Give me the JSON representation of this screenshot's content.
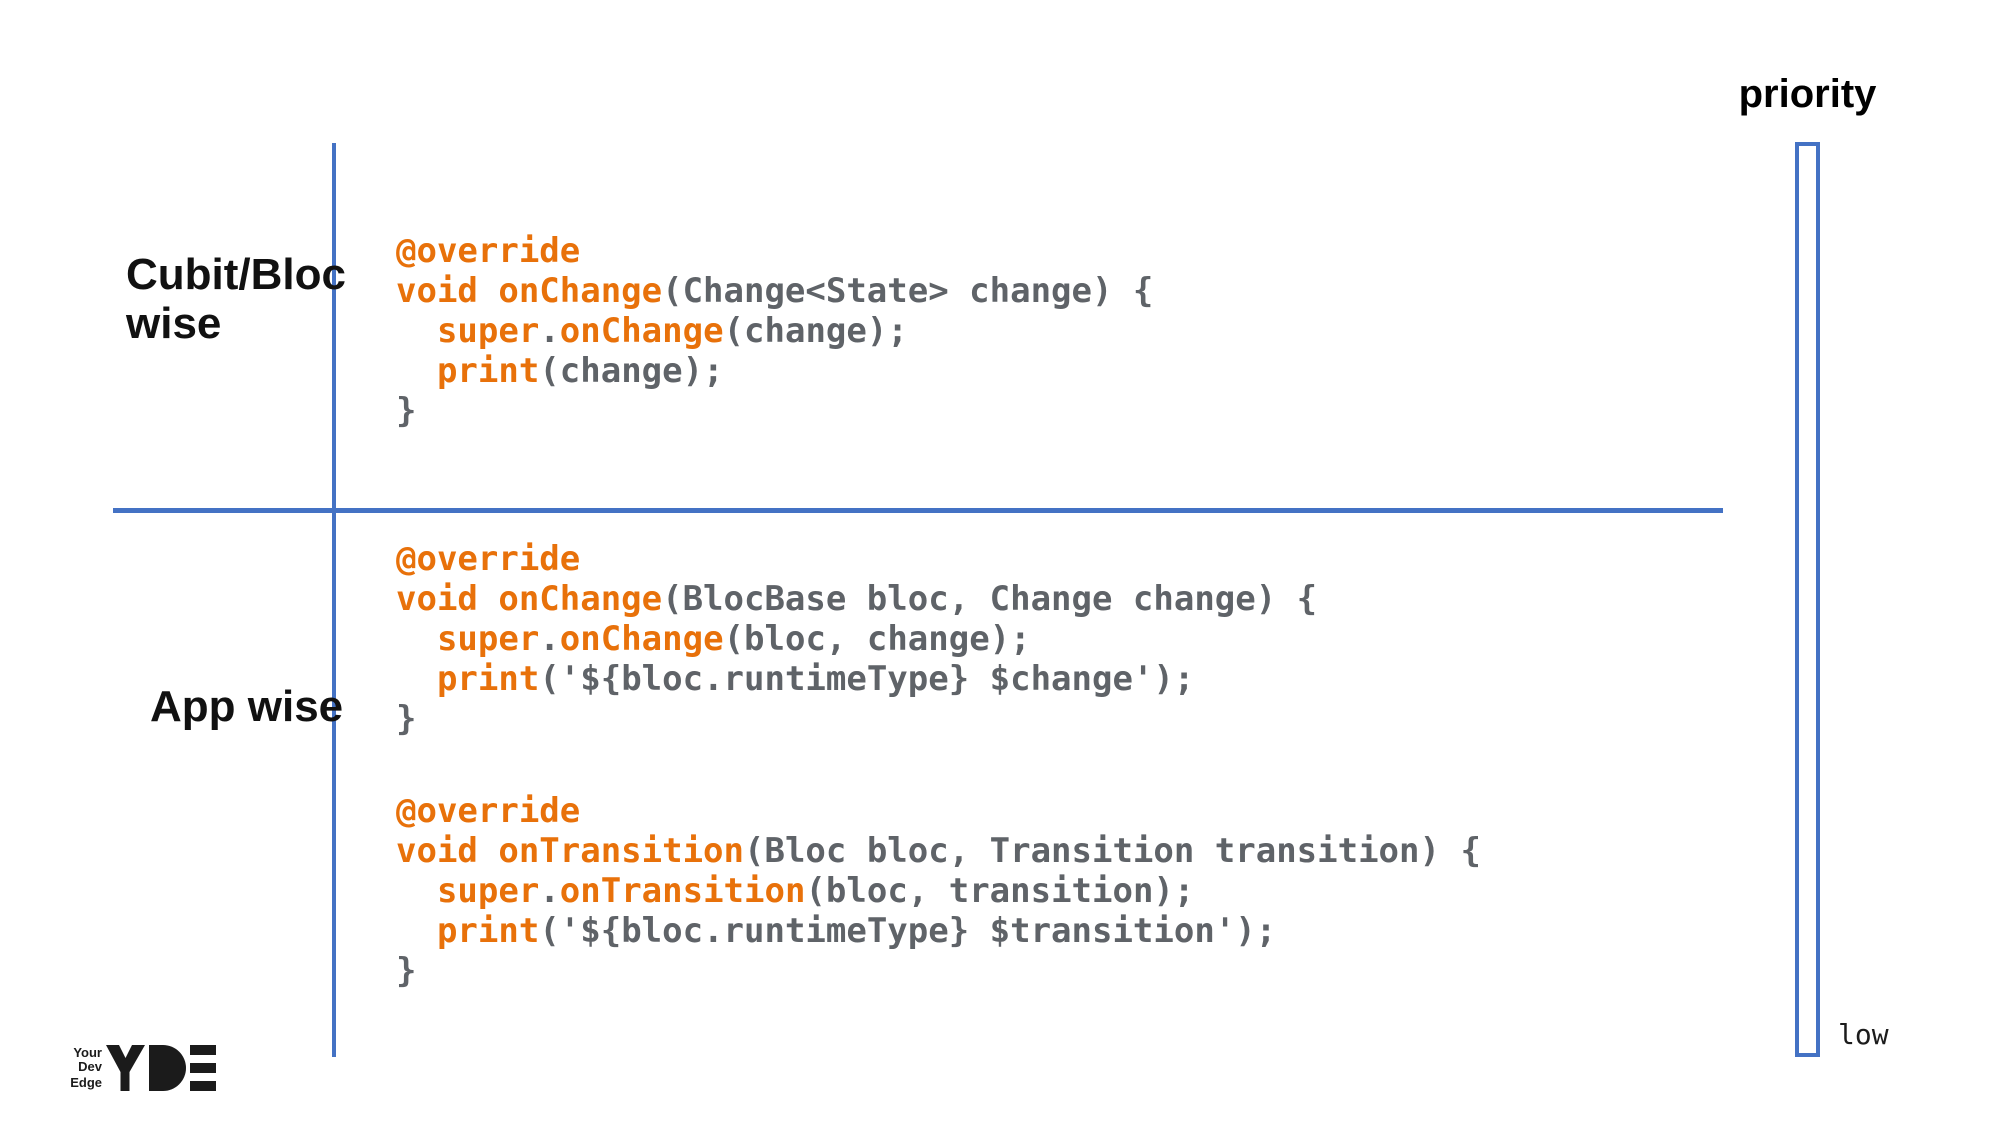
{
  "slide": {
    "quadrant_labels": {
      "top_left_line1": "Cubit/Bloc",
      "top_left_line2": "wise",
      "bottom_left": "App wise"
    },
    "priority_axis": {
      "title": "priority",
      "low_label": "low"
    },
    "colors": {
      "axis_blue": "#4472C4",
      "keyword_orange": "#E8710A",
      "code_gray": "#5F6368"
    },
    "logo": {
      "tagline": [
        "Your",
        "Dev",
        "Edge"
      ],
      "brand": "YDE"
    },
    "code_blocks": [
      {
        "name": "cubit-bloc-onchange",
        "lines": [
          [
            {
              "t": "@override",
              "c": "kw"
            }
          ],
          [
            {
              "t": "void onChange",
              "c": "kw"
            },
            {
              "t": "(Change<State> change) {",
              "c": "pl"
            }
          ],
          [
            {
              "t": "  ",
              "c": "pl"
            },
            {
              "t": "super",
              "c": "kw"
            },
            {
              "t": ".",
              "c": "pl"
            },
            {
              "t": "onChange",
              "c": "kw"
            },
            {
              "t": "(change);",
              "c": "pl"
            }
          ],
          [
            {
              "t": "  ",
              "c": "pl"
            },
            {
              "t": "print",
              "c": "kw"
            },
            {
              "t": "(change);",
              "c": "pl"
            }
          ],
          [
            {
              "t": "}",
              "c": "pl"
            }
          ]
        ]
      },
      {
        "name": "app-wise-onchange",
        "lines": [
          [
            {
              "t": "@override",
              "c": "kw"
            }
          ],
          [
            {
              "t": "void onChange",
              "c": "kw"
            },
            {
              "t": "(BlocBase bloc, Change change) {",
              "c": "pl"
            }
          ],
          [
            {
              "t": "  ",
              "c": "pl"
            },
            {
              "t": "super",
              "c": "kw"
            },
            {
              "t": ".",
              "c": "pl"
            },
            {
              "t": "onChange",
              "c": "kw"
            },
            {
              "t": "(bloc, change);",
              "c": "pl"
            }
          ],
          [
            {
              "t": "  ",
              "c": "pl"
            },
            {
              "t": "print",
              "c": "kw"
            },
            {
              "t": "('${bloc.runtimeType} $change');",
              "c": "pl"
            }
          ],
          [
            {
              "t": "}",
              "c": "pl"
            }
          ]
        ]
      },
      {
        "name": "app-wise-ontransition",
        "lines": [
          [
            {
              "t": "@override",
              "c": "kw"
            }
          ],
          [
            {
              "t": "void onTransition",
              "c": "kw"
            },
            {
              "t": "(Bloc bloc, Transition transition) {",
              "c": "pl"
            }
          ],
          [
            {
              "t": "  ",
              "c": "pl"
            },
            {
              "t": "super",
              "c": "kw"
            },
            {
              "t": ".",
              "c": "pl"
            },
            {
              "t": "onTransition",
              "c": "kw"
            },
            {
              "t": "(bloc, transition);",
              "c": "pl"
            }
          ],
          [
            {
              "t": "  ",
              "c": "pl"
            },
            {
              "t": "print",
              "c": "kw"
            },
            {
              "t": "('${bloc.runtimeType} $transition');",
              "c": "pl"
            }
          ],
          [
            {
              "t": "}",
              "c": "pl"
            }
          ]
        ]
      }
    ]
  }
}
